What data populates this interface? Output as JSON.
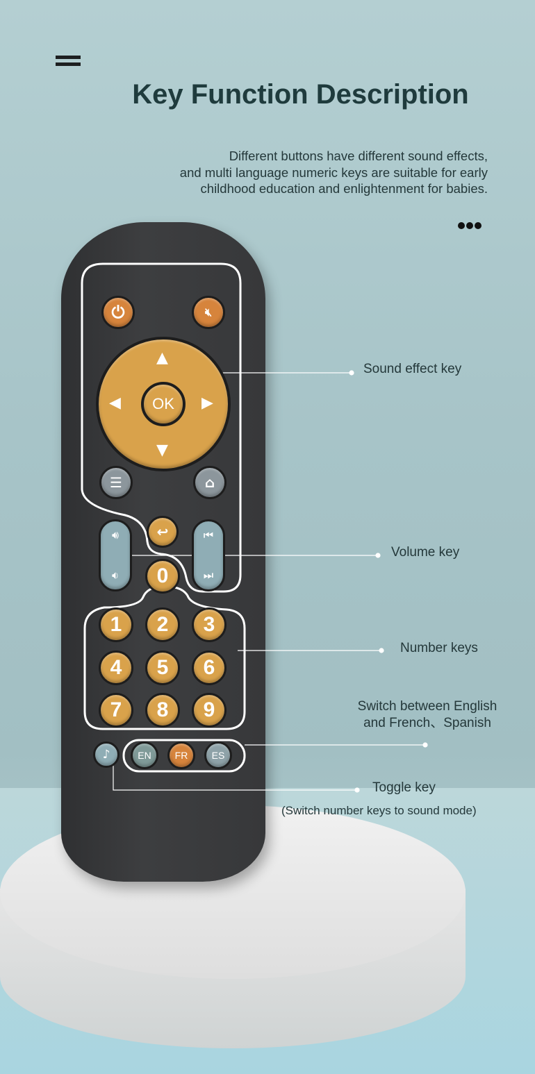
{
  "header": {
    "title": "Key Function Description",
    "subtitle_lines": [
      "Different buttons have different sound effects,",
      "and multi language numeric keys are suitable for early",
      "childhood education and enlightenment for babies."
    ]
  },
  "remote": {
    "ok_label": "OK",
    "numbers": [
      "0",
      "1",
      "2",
      "3",
      "4",
      "5",
      "6",
      "7",
      "8",
      "9"
    ],
    "languages": [
      "EN",
      "FR",
      "ES"
    ]
  },
  "callouts": {
    "sound_effect": "Sound effect key",
    "volume": "Volume key",
    "number": "Number keys",
    "switch_lines": [
      "Switch between English",
      "and French、Spanish"
    ],
    "toggle": "Toggle key",
    "toggle_note": "(Switch number keys to sound mode)"
  },
  "colors": {
    "orange": "#d6843c",
    "gold": "#d9a24b",
    "remote": "#3a3b3d",
    "text": "#1f3b3d"
  }
}
